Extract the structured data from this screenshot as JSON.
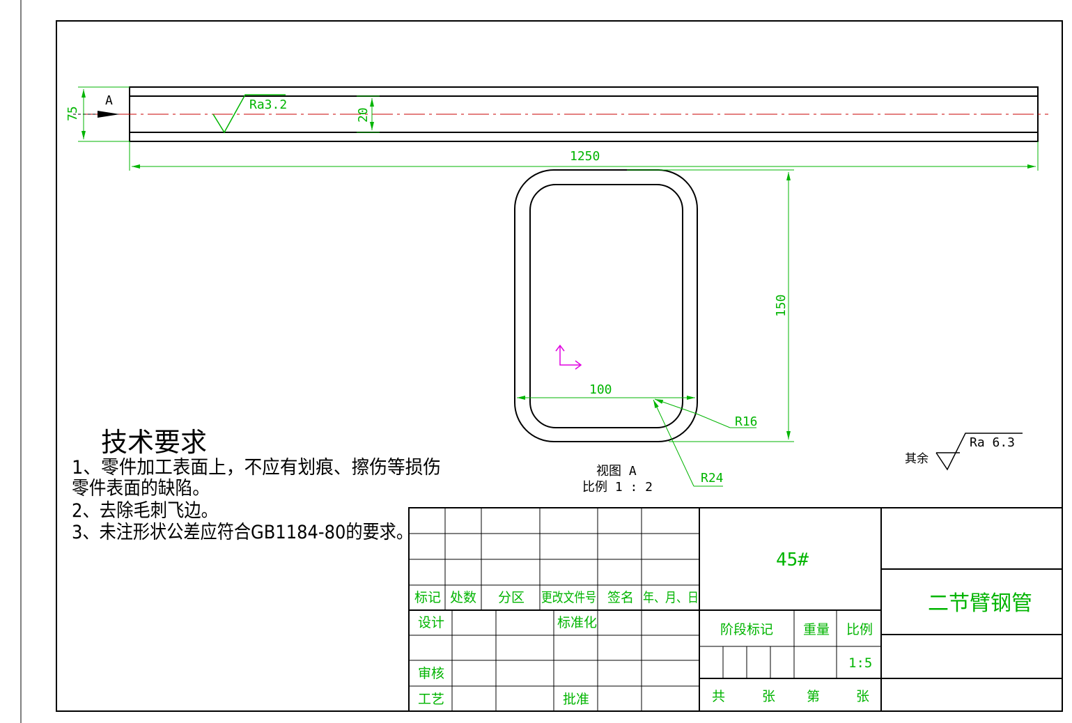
{
  "colors": {
    "line": "#000000",
    "dimension": "#00b400",
    "centerline": "#c80000",
    "ucs": "#e000e0",
    "titleblock_text": "#00b400"
  },
  "top_view": {
    "view_label": "A",
    "roughness": "Ra3.2",
    "dim_height": "75",
    "dim_inner": "20",
    "dim_length": "1250"
  },
  "section_view": {
    "dim_height": "150",
    "dim_width": "100",
    "radius_inner": "R16",
    "radius_outer": "R24",
    "caption": "视图 A",
    "scale": "比例 1 : 2"
  },
  "roughness_rest": {
    "prefix": "其余",
    "value": "Ra 6.3"
  },
  "tech_req": {
    "title": "技术要求",
    "lines": [
      "1、零件加工表面上，不应有划痕、擦伤等损伤",
      "零件表面的缺陷。",
      "2、去除毛刺飞边。",
      "3、未注形状公差应符合GB1184-80的要求。"
    ]
  },
  "title_block": {
    "headers": [
      "标记",
      "处数",
      "分区",
      "更改文件号",
      "签名",
      "年、月、日"
    ],
    "design": "设计",
    "standardization": "标准化",
    "review": "审核",
    "process": "工艺",
    "approve": "批准",
    "material": "45#",
    "stage_mark": "阶段标记",
    "weight": "重量",
    "scale_label": "比例",
    "scale_value": "1:5",
    "sheets_total": "共",
    "sheets_unit1": "张",
    "sheet_no": "第",
    "sheets_unit2": "张",
    "part_name": "二节臂钢管"
  }
}
